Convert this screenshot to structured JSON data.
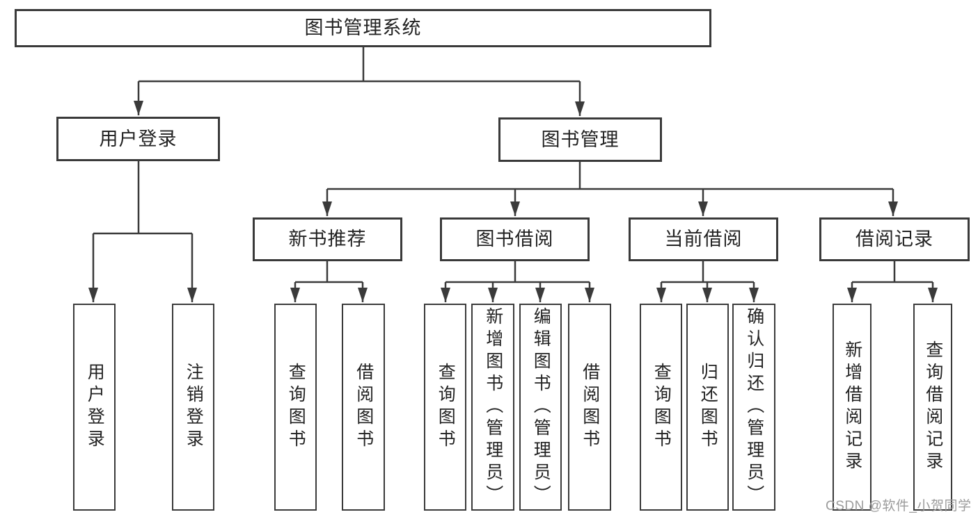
{
  "diagram": {
    "watermark": "CSDN @软件_小贺同学",
    "colors": {
      "line": "#3a3a3a",
      "box_border": "#3a3a3a",
      "text": "#222222",
      "watermark": "#9b9b9b",
      "background": "#ffffff"
    },
    "tree": {
      "label": "图书管理系统",
      "children": [
        {
          "label": "用户登录",
          "children": [
            {
              "label": "用户登录"
            },
            {
              "label": "注销登录"
            }
          ]
        },
        {
          "label": "图书管理",
          "children": [
            {
              "label": "新书推荐",
              "children": [
                {
                  "label": "查询图书"
                },
                {
                  "label": "借阅图书"
                }
              ]
            },
            {
              "label": "图书借阅",
              "children": [
                {
                  "label": "查询图书"
                },
                {
                  "label": "新增图书（管理员）"
                },
                {
                  "label": "编辑图书（管理员）"
                },
                {
                  "label": "借阅图书"
                }
              ]
            },
            {
              "label": "当前借阅",
              "children": [
                {
                  "label": "查询图书"
                },
                {
                  "label": "归还图书"
                },
                {
                  "label": "确认归还（管理员）"
                }
              ]
            },
            {
              "label": "借阅记录",
              "children": [
                {
                  "label": "新增借阅记录"
                },
                {
                  "label": "查询借阅记录"
                }
              ]
            }
          ]
        }
      ]
    }
  }
}
